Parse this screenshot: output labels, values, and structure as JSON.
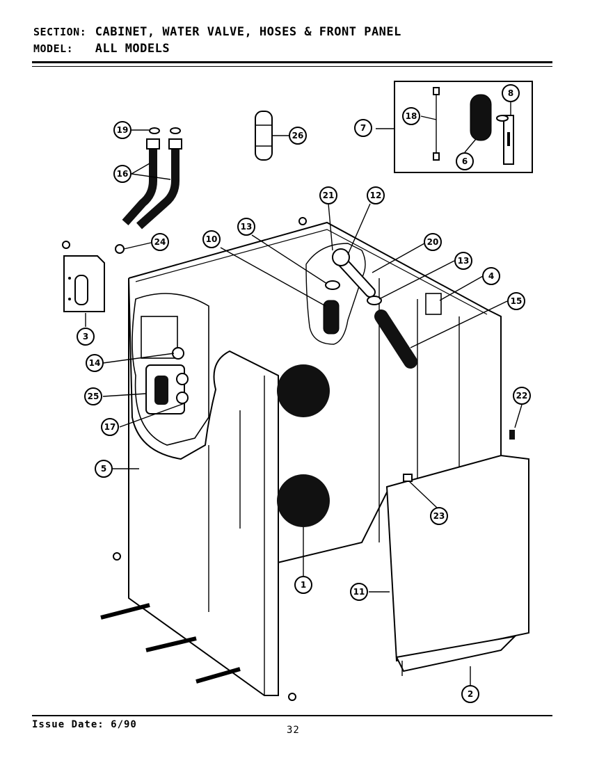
{
  "header": {
    "section_label": "SECTION:",
    "section_value": "CABINET, WATER VALVE, HOSES & FRONT PANEL",
    "model_label": "MODEL:",
    "model_value": "ALL MODELS"
  },
  "callouts": [
    "19",
    "16",
    "26",
    "7",
    "18",
    "8",
    "6",
    "21",
    "12",
    "13",
    "10",
    "24",
    "20",
    "13",
    "4",
    "15",
    "3",
    "14",
    "25",
    "17",
    "22",
    "5",
    "23",
    "1",
    "11",
    "2"
  ],
  "footer": {
    "issue_date": "Issue Date: 6/90",
    "page_number": "32"
  }
}
